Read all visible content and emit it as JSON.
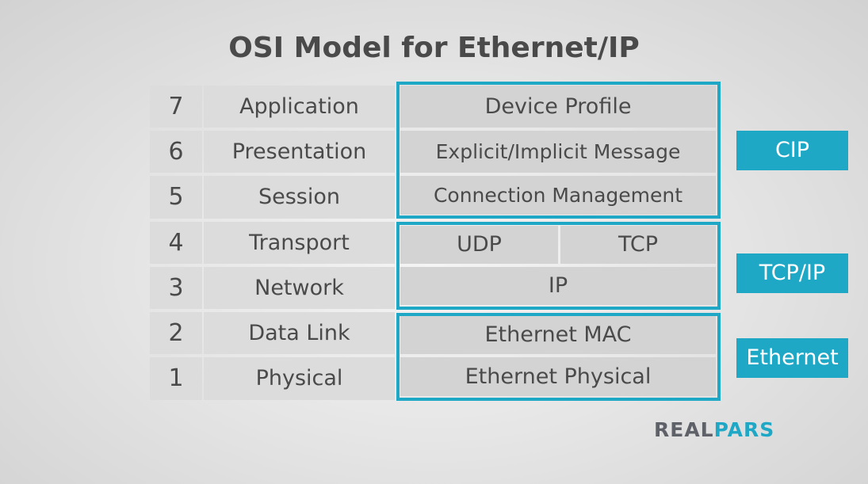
{
  "title": "OSI Model for Ethernet/IP",
  "layers": [
    {
      "number": "7",
      "name": "Application"
    },
    {
      "number": "6",
      "name": "Presentation"
    },
    {
      "number": "5",
      "name": "Session"
    },
    {
      "number": "4",
      "name": "Transport"
    },
    {
      "number": "3",
      "name": "Network"
    },
    {
      "number": "2",
      "name": "Data Link"
    },
    {
      "number": "1",
      "name": "Physical"
    }
  ],
  "protocols": {
    "cip": [
      "Device Profile",
      "Explicit/Implicit Message",
      "Connection Management"
    ],
    "tcpip": {
      "udp": "UDP",
      "tcp": "TCP",
      "ip": "IP"
    },
    "ethernet": [
      "Ethernet MAC",
      "Ethernet Physical"
    ]
  },
  "groups": [
    "CIP",
    "TCP/IP",
    "Ethernet"
  ],
  "logo": {
    "part1": "REAL",
    "part2": "PARS"
  },
  "colors": {
    "accent": "#1ea8c6",
    "cell": "#d3d3d3",
    "layer_bg": "#dcdcdc",
    "text": "#4a4a4a"
  }
}
